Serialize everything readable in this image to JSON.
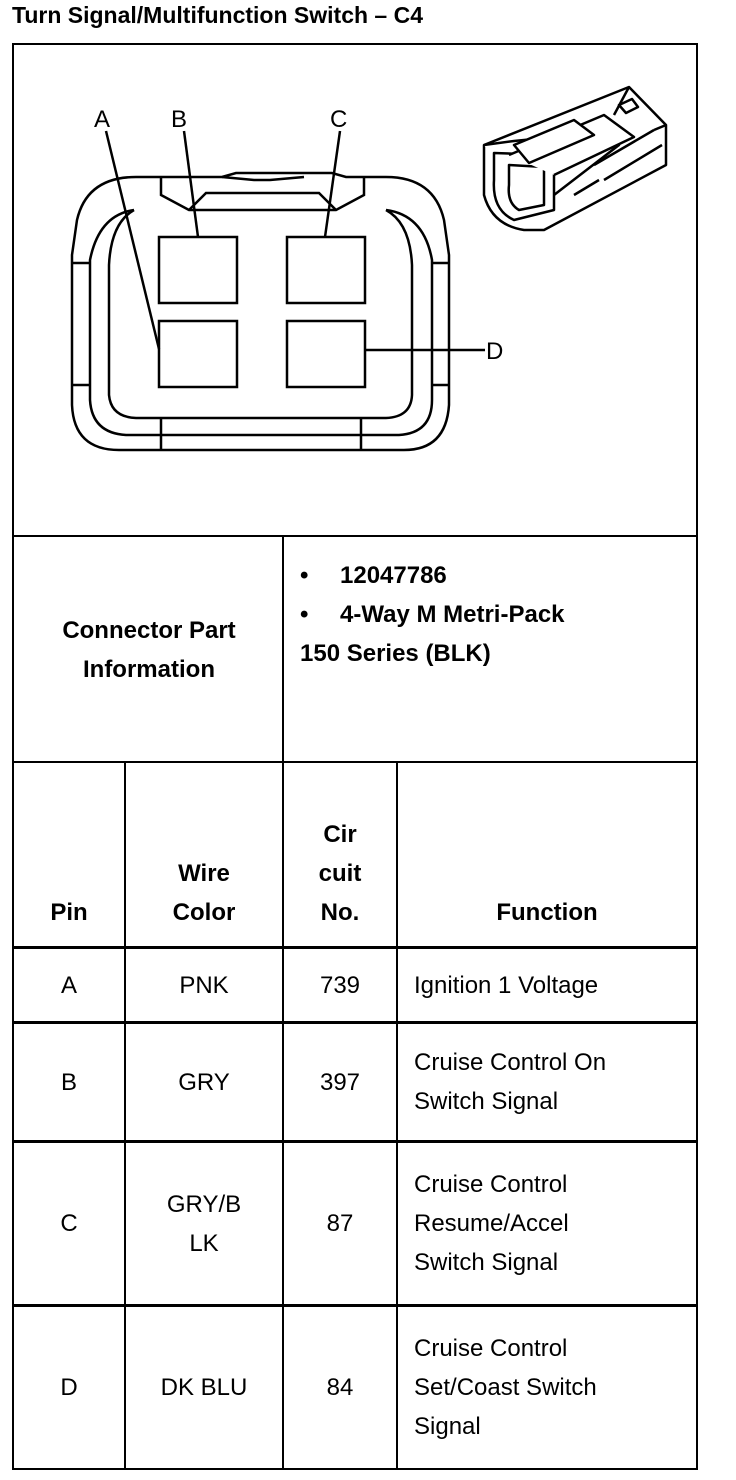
{
  "title": "Turn Signal/Multifunction Switch – C4",
  "diagram": {
    "pin_labels": [
      "A",
      "B",
      "C",
      "D"
    ],
    "connector_icon": "connector-3d-icon"
  },
  "connector_part": {
    "label_line1": "Connector Part",
    "label_line2": "Information",
    "bullet": "•",
    "part_number": "12047786",
    "description_line1": "4-Way M Metri-Pack",
    "description_line2": "150 Series (BLK)"
  },
  "table": {
    "headers": {
      "pin": "Pin",
      "wire_color_line1": "Wire",
      "wire_color_line2": "Color",
      "circuit_line1": "Cir",
      "circuit_line2": "cuit",
      "circuit_line3": "No.",
      "function": "Function"
    },
    "rows": [
      {
        "pin": "A",
        "wire": [
          "PNK"
        ],
        "circuit": "739",
        "function": [
          "Ignition 1 Voltage"
        ]
      },
      {
        "pin": "B",
        "wire": [
          "GRY"
        ],
        "circuit": "397",
        "function": [
          "Cruise Control On",
          "Switch Signal"
        ]
      },
      {
        "pin": "C",
        "wire": [
          "GRY/B",
          "LK"
        ],
        "circuit": "87",
        "function": [
          "Cruise Control",
          "Resume/Accel",
          "Switch Signal"
        ]
      },
      {
        "pin": "D",
        "wire": [
          "DK BLU"
        ],
        "circuit": "84",
        "function": [
          "Cruise Control",
          "Set/Coast Switch",
          "Signal"
        ]
      }
    ]
  }
}
